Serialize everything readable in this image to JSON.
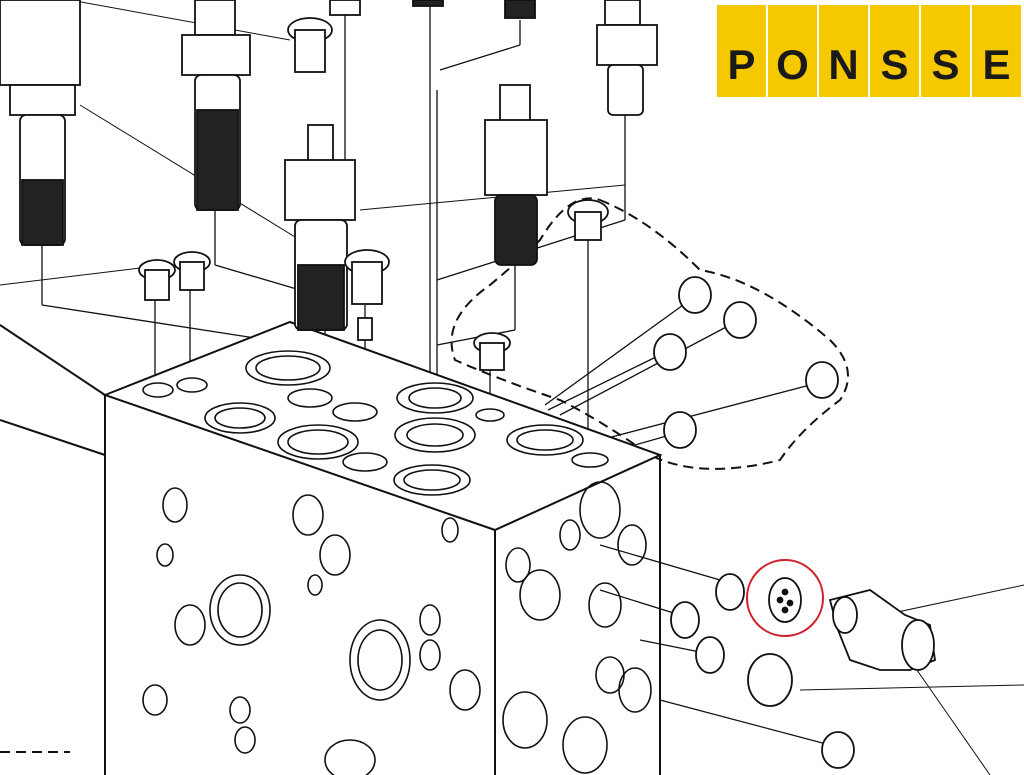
{
  "logo": {
    "text": "PONSSE",
    "letters": [
      "P",
      "O",
      "N",
      "S",
      "S",
      "E"
    ],
    "color": "#f6c800"
  },
  "highlight": {
    "color": "#d0202a",
    "label": "highlighted-part"
  }
}
